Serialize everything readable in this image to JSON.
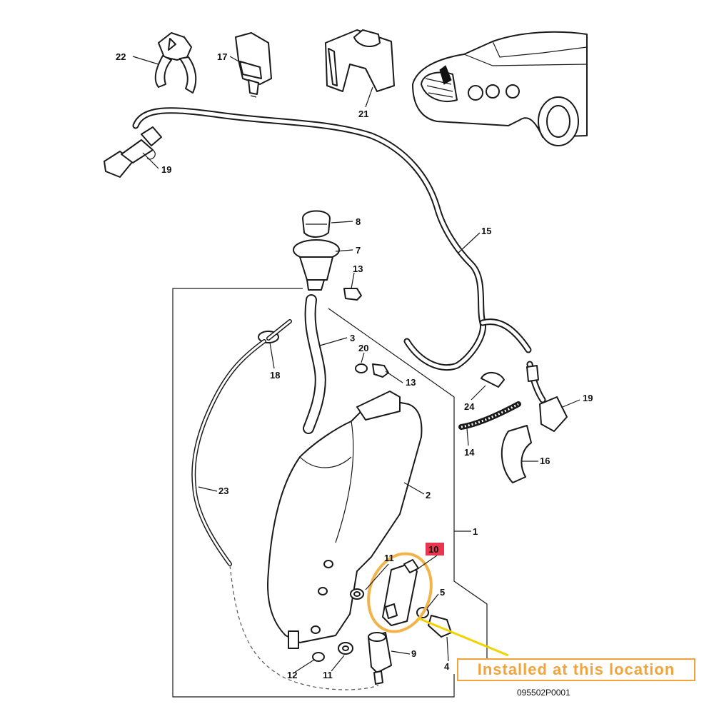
{
  "callout": {
    "text": "Installed at this location",
    "color": "#f2a33a"
  },
  "highlight": {
    "part": "10",
    "color": "#e8364f"
  },
  "document_id": "095502P0001",
  "labels": {
    "p22": "22",
    "p17": "17",
    "p21": "21",
    "p19a": "19",
    "p8": "8",
    "p7": "7",
    "p13a": "13",
    "p15": "15",
    "p3": "3",
    "p20": "20",
    "p13b": "13",
    "p18": "18",
    "p19b": "19",
    "p24": "24",
    "p14": "14",
    "p16": "16",
    "p2": "2",
    "p23": "23",
    "p1": "1",
    "p10": "10",
    "p11a": "11",
    "p5": "5",
    "p9": "9",
    "p12": "12",
    "p11b": "11",
    "p4": "4"
  }
}
